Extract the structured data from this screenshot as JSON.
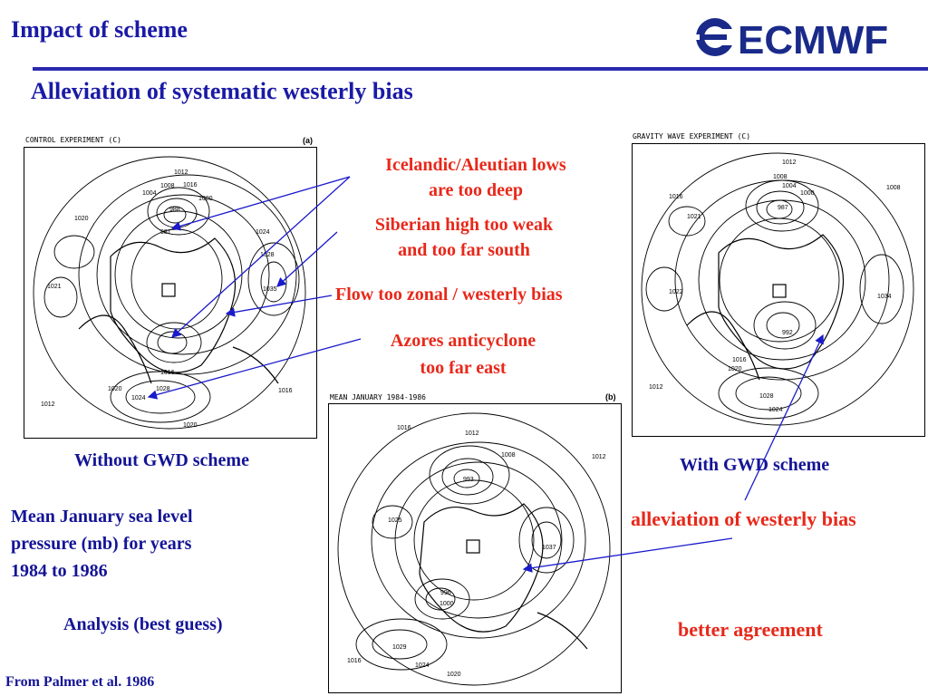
{
  "slide": {
    "title": "Impact of scheme",
    "subtitle": "Alleviation of systematic westerly bias",
    "logo_text": "ECMWF",
    "colors": {
      "title": "#1a1aa6",
      "annotation": "#e8281a",
      "arrow": "#1a1acc",
      "rule": "#2a2ab0"
    }
  },
  "maps": {
    "control": {
      "header": "CONTROL EXPERIMENT (C)",
      "tag": "(a)",
      "caption": "Without GWD scheme"
    },
    "gravity": {
      "header": "GRAVITY WAVE EXPERIMENT (C)",
      "caption": "With GWD scheme"
    },
    "analysis": {
      "header": "MEAN JANUARY 1984-1986",
      "tag": "(b)",
      "caption": "Analysis (best guess)"
    }
  },
  "annotations": {
    "lows_line1": "Icelandic/Aleutian lows",
    "lows_line2": "are too deep",
    "siberian_line1": "Siberian high too weak",
    "siberian_line2": "and too far south",
    "flow": "Flow too zonal / westerly bias",
    "azores_line1": "Azores anticyclone",
    "azores_line2": "too far east",
    "alleviation": "alleviation of westerly bias",
    "better": "better agreement"
  },
  "description": {
    "line1": "Mean January sea level",
    "line2": "pressure (mb) for years",
    "line3": "1984 to 1986"
  },
  "source": "From Palmer et al. 1986",
  "contour_labels": {
    "control": [
      "1012",
      "1016",
      "1008",
      "1004",
      "1000",
      "988",
      "981",
      "1020",
      "1021",
      "1024",
      "1028",
      "1035",
      "1016",
      "1020",
      "1024",
      "1028",
      "1020",
      "1016",
      "1012"
    ],
    "gravity": [
      "1012",
      "1008",
      "1004",
      "1000",
      "987",
      "992",
      "1021",
      "1022",
      "1034",
      "1016",
      "1020",
      "1024",
      "1028",
      "1016",
      "1012",
      "1008"
    ],
    "analysis": [
      "1016",
      "1012",
      "1008",
      "993",
      "1025",
      "1037",
      "1000",
      "996",
      "1029",
      "1024",
      "1020",
      "1016",
      "1012"
    ]
  }
}
